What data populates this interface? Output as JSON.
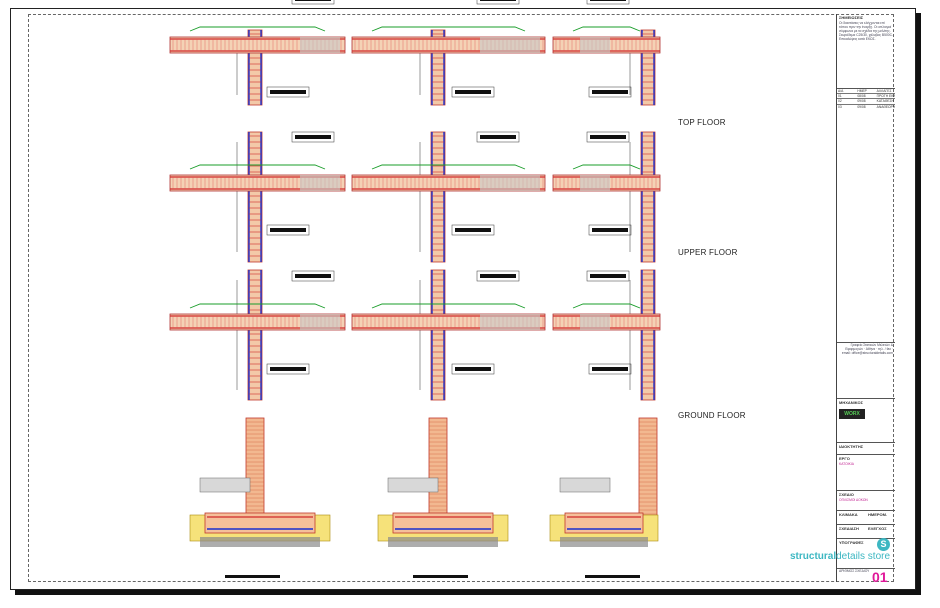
{
  "floors": {
    "top": "TOP FLOOR",
    "upper": "UPPER FLOOR",
    "ground": "GROUND FLOOR"
  },
  "panel": {
    "notes_title": "ΣΗΜΕΙΩΣΕΙΣ",
    "notes_text": "Οι διαστάσεις να ελέγχονται επί τόπου πριν την έναρξη. Οι οπλισμοί σύμφωνα με τα σχέδια της μελέτης. Σκυρόδεμα C25/30, χάλυβας B500C. Επικαλύψεις κατά ΕΚΩΣ.",
    "revisions_header": [
      "Α/Α",
      "ΗΜΕΡ",
      "ΑΛΛΑΓΕΣ"
    ],
    "revisions": [
      [
        "01",
        "08/08",
        "ΠΡΩΤΗ ΕΚΔΟΣΗ"
      ],
      [
        "02",
        "09/08",
        "ΚΑΤΑΘΕΣΗ"
      ],
      [
        "03",
        "09/08",
        "ΑΝΑΘΕΩΡΗΣΗ"
      ]
    ],
    "office_text": "Γραφείο Στατικών Μελετών & Εφαρμογών · Αθήνα · τηλ. / fax · email: office@structuraldetails.com",
    "engineer_label": "ΜΗΧΑΝΙΚΟΣ",
    "owner_label": "ΙΔΙΟΚΤΗΤΗΣ",
    "project_label": "ΕΡΓΟ",
    "project_value": "ΚΑΤΟΙΚΙΑ",
    "drawing_label": "ΣΧΕΔΙΟ",
    "drawing_value": "ΟΠΛΙΣΜΟΙ ΔΟΚΩΝ",
    "scale_label": "ΚΛΙΜΑΚΑ",
    "date_label": "ΗΜΕΡΟΜ.",
    "drawn_label": "ΣΧΕΔΙΑΣΗ",
    "checked_label": "ΕΛΕΓΧΟΣ",
    "signatures_label": "ΥΠΟΓΡΑΦΕΣ",
    "sheet_label": "ΑΡΙΘΜΟΣ ΣΧΕΔΙΟΥ",
    "sheet_number": "01"
  },
  "brand": {
    "bold": "structural",
    "rest": "details store",
    "icon": "S"
  }
}
